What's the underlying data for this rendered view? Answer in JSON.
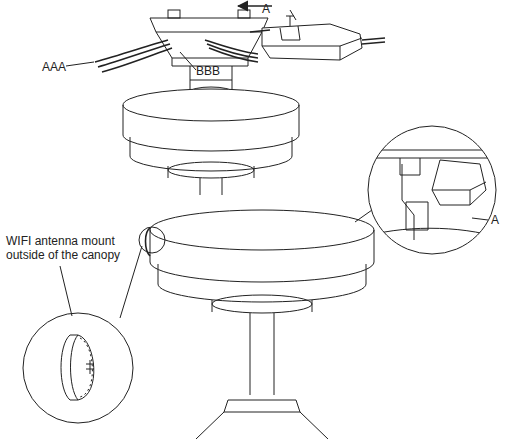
{
  "diagram": {
    "labels": [
      "A",
      "AAA",
      "BBB",
      "A",
      "WIFI antenna mount outside of the canopy"
    ]
  }
}
